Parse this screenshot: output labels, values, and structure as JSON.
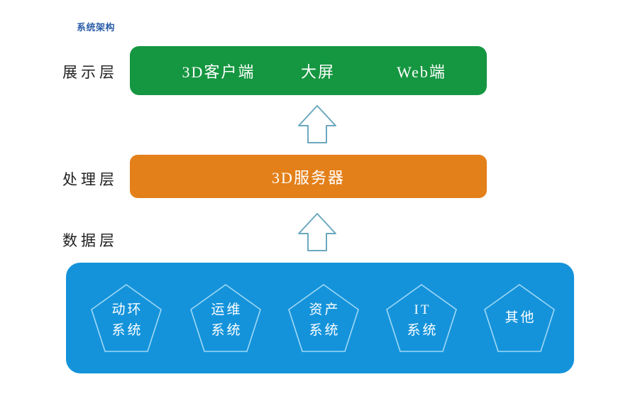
{
  "title": "系统架构",
  "colors": {
    "title": "#2b5ea8",
    "presentation": "#159640",
    "processing": "#e3801a",
    "data": "#1493db",
    "arrow_stroke": "#6ba8bf",
    "pentagon_stroke": "#9fd8f5",
    "label_text": "#222222",
    "band_text": "#ffffff"
  },
  "layers": [
    {
      "label": "展示层",
      "name": "presentation-layer",
      "items": [
        {
          "label": "3D客户端"
        },
        {
          "label": "大屏"
        },
        {
          "label": "Web端"
        }
      ]
    },
    {
      "label": "处理层",
      "name": "processing-layer",
      "items": [
        {
          "label": "3D服务器"
        }
      ]
    },
    {
      "label": "数据层",
      "name": "data-layer",
      "items": [
        {
          "line1": "动环",
          "line2": "系统"
        },
        {
          "line1": "运维",
          "line2": "系统"
        },
        {
          "line1": "资产",
          "line2": "系统"
        },
        {
          "line1": "IT",
          "line2": "系统"
        },
        {
          "line1": "其他",
          "line2": ""
        }
      ]
    }
  ],
  "arrows": [
    {
      "name": "arrow-processing-to-presentation",
      "direction": "up"
    },
    {
      "name": "arrow-data-to-processing",
      "direction": "up"
    }
  ]
}
